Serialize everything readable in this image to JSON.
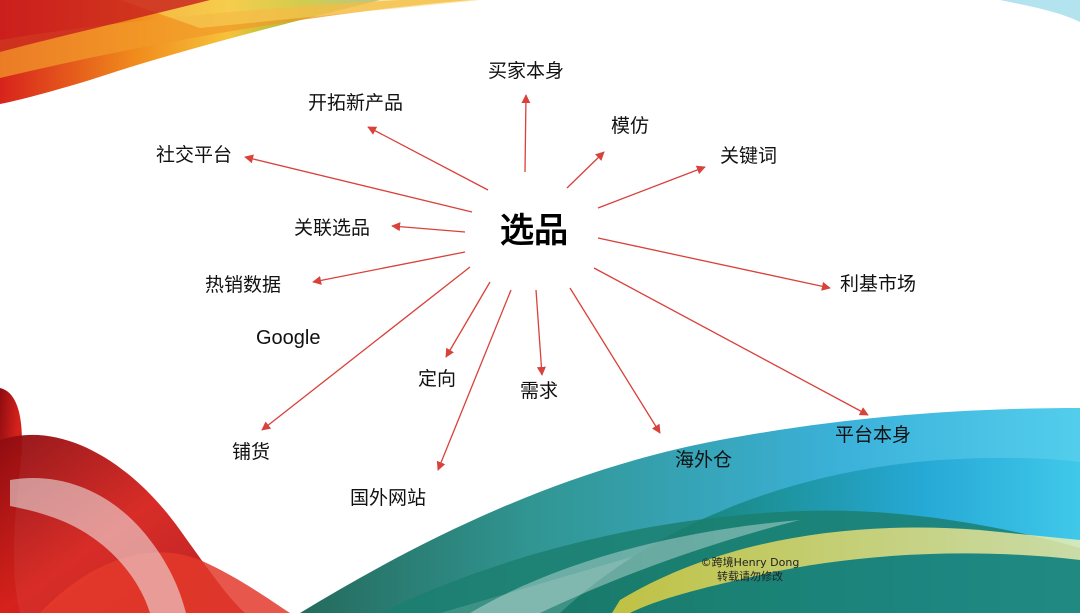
{
  "center": "选品",
  "nodes": [
    {
      "id": "buyer",
      "label": "买家本身"
    },
    {
      "id": "new-product",
      "label": "开拓新产品"
    },
    {
      "id": "imitate",
      "label": "模仿"
    },
    {
      "id": "keyword",
      "label": "关键词"
    },
    {
      "id": "social",
      "label": "社交平台"
    },
    {
      "id": "related",
      "label": "关联选品"
    },
    {
      "id": "hot-data",
      "label": "热销数据"
    },
    {
      "id": "niche",
      "label": "利基市场"
    },
    {
      "id": "google",
      "label": "Google"
    },
    {
      "id": "positioning",
      "label": "定向"
    },
    {
      "id": "demand",
      "label": "需求"
    },
    {
      "id": "stocking",
      "label": "铺货"
    },
    {
      "id": "platform",
      "label": "平台本身"
    },
    {
      "id": "overseas-warehouse",
      "label": "海外仓"
    },
    {
      "id": "foreign-sites",
      "label": "国外网站"
    }
  ],
  "credit": {
    "line1": "©跨境Henry Dong",
    "line2": "转载请勿修改"
  },
  "colors": {
    "arrow": "#d9413b",
    "text": "#111111"
  }
}
